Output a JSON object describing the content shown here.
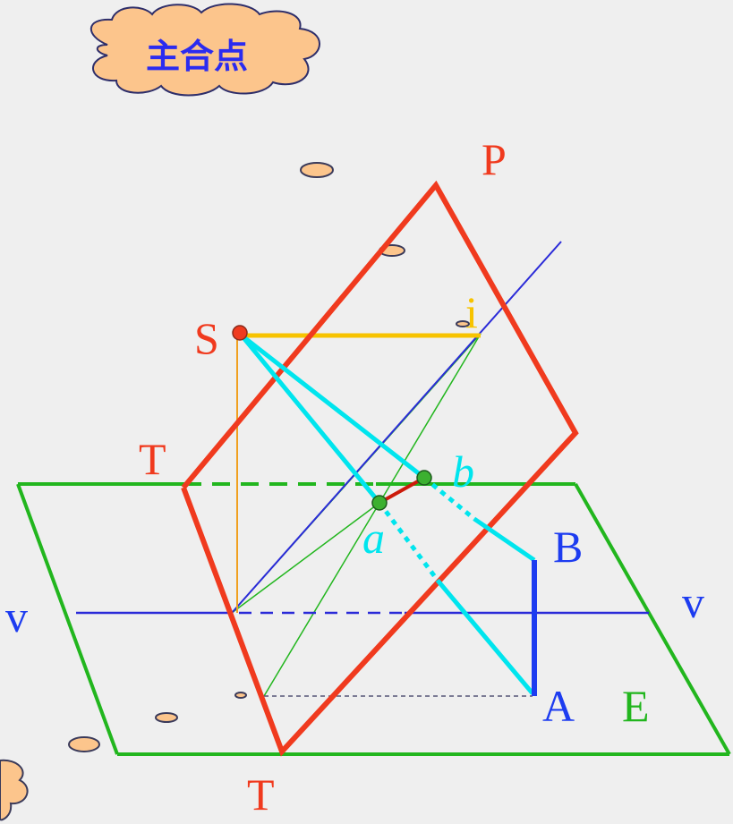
{
  "title_badge": {
    "text": "主合点"
  },
  "labels": {
    "P": "P",
    "S": "S",
    "i": "i",
    "T_top": "T",
    "T_bottom": "T",
    "a": "a",
    "b": "b",
    "B": "B",
    "A": "A",
    "E": "E",
    "v_left": "v",
    "v_right": "v"
  },
  "colors": {
    "background": "#efefef",
    "picture_plane": "#f03a1e",
    "ground_plane": "#22b61e",
    "horizon_line": "#2a2ad8",
    "visual_rays": "#00e5ee",
    "vanishing_line": "#f7c300",
    "vertical_guide": "#f0a020",
    "segment_AB": "#1d3cf0",
    "badge_fill": "#fcc58c",
    "badge_text": "#2b2bf0"
  }
}
